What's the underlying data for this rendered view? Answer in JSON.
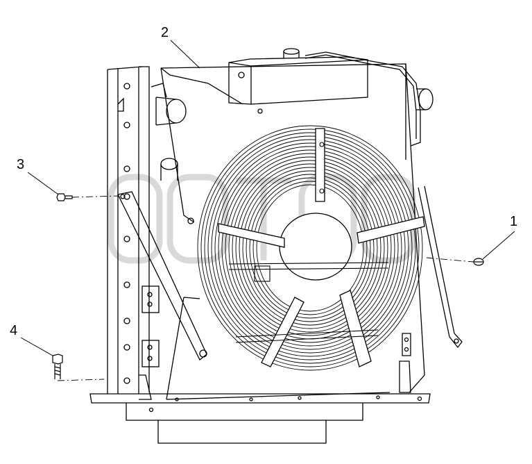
{
  "drawing": {
    "subject": "radiator-assembly",
    "callouts": [
      {
        "id": "1",
        "label": "1"
      },
      {
        "id": "2",
        "label": "2"
      },
      {
        "id": "3",
        "label": "3"
      },
      {
        "id": "4",
        "label": "4"
      }
    ],
    "colors": {
      "line": "#000000",
      "background": "#ffffff",
      "watermark": "#d8d8d8"
    }
  }
}
